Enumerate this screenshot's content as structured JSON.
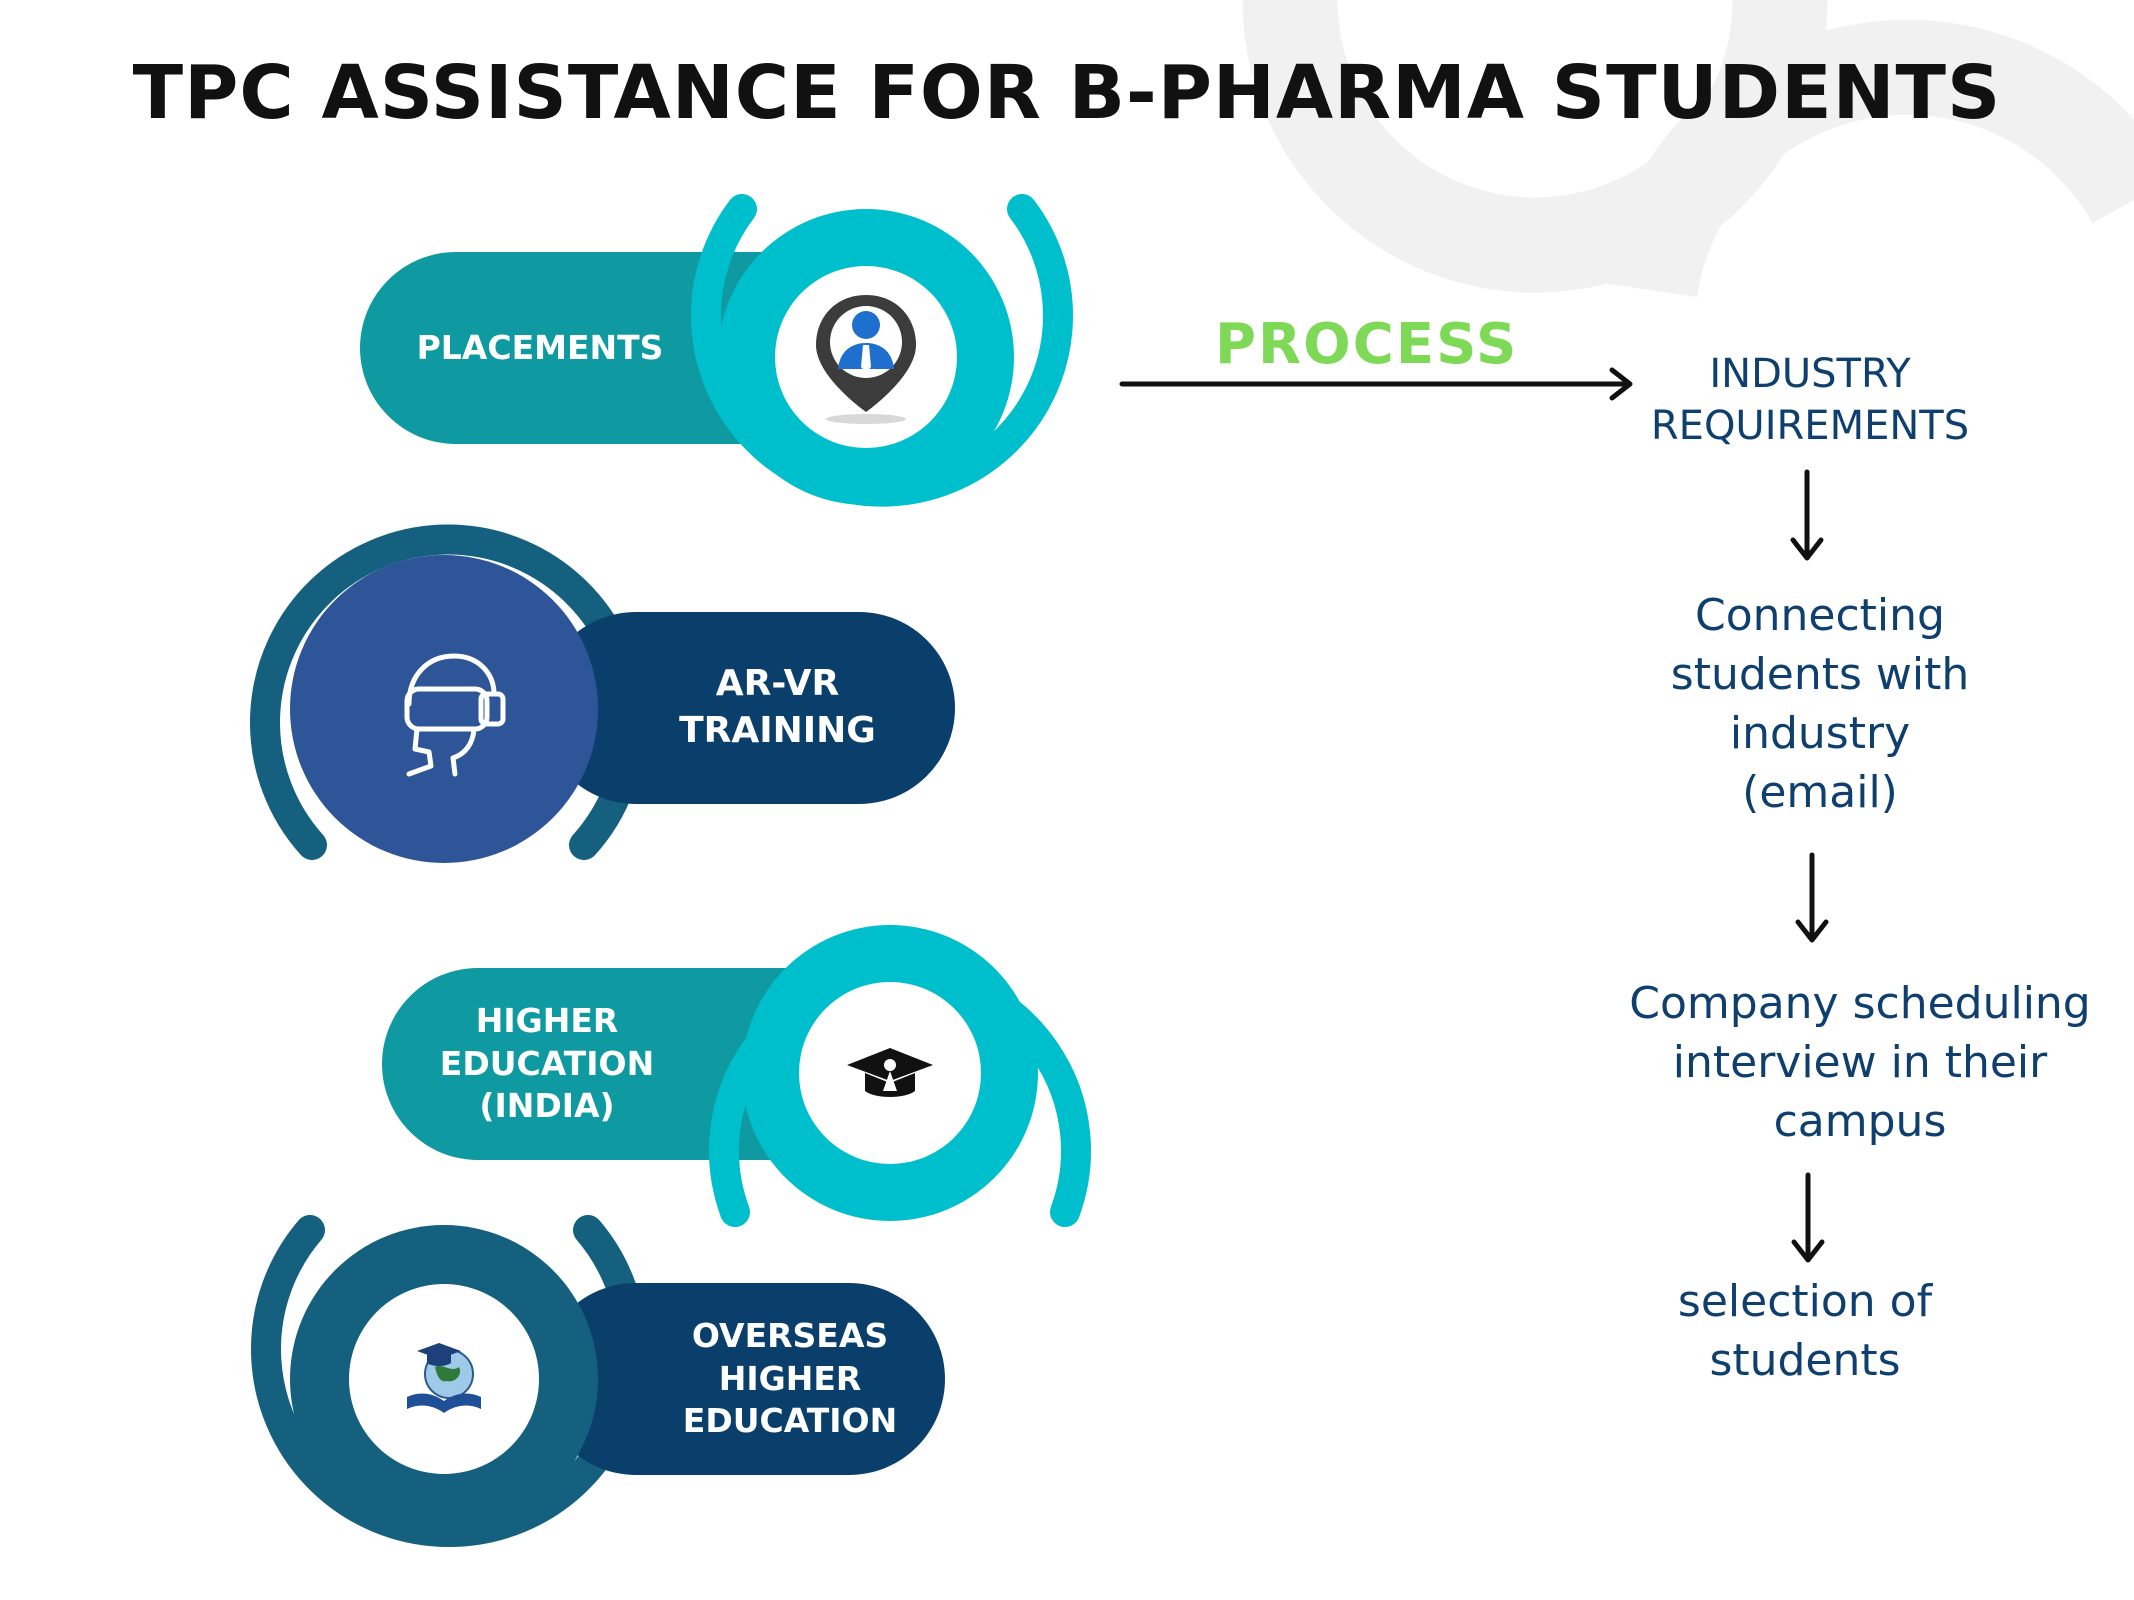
{
  "title": "TPC ASSISTANCE FOR B-PHARMA STUDENTS",
  "colors": {
    "teal_dark": "#0e9aa0",
    "teal_ring": "#00bfcc",
    "navy": "#0b3f6b",
    "blue_ring": "#14607e",
    "blue_circle": "#2d5597",
    "process_green": "#7ed957",
    "step_text": "#0f3f6e"
  },
  "services": [
    {
      "id": "placements",
      "lines": [
        "PLACEMENTS"
      ],
      "icon": "businessman-location-pin-icon"
    },
    {
      "id": "ar-vr",
      "lines": [
        "AR-VR",
        "TRAINING"
      ],
      "icon": "vr-headset-head-icon"
    },
    {
      "id": "higher-india",
      "lines": [
        "HIGHER",
        "EDUCATION",
        "(INDIA)"
      ],
      "icon": "graduation-cap-icon"
    },
    {
      "id": "overseas",
      "lines": [
        "OVERSEAS",
        "HIGHER",
        "EDUCATION"
      ],
      "icon": "globe-graduation-book-icon"
    }
  ],
  "process": {
    "label": "PROCESS",
    "steps": [
      {
        "lines": [
          "INDUSTRY",
          "REQUIREMENTS"
        ]
      },
      {
        "lines": [
          "Connecting",
          "students with",
          "industry",
          "(email)"
        ]
      },
      {
        "lines": [
          "Company scheduling",
          "interview in their",
          "campus"
        ]
      },
      {
        "lines": [
          "selection of",
          "students"
        ]
      }
    ]
  }
}
